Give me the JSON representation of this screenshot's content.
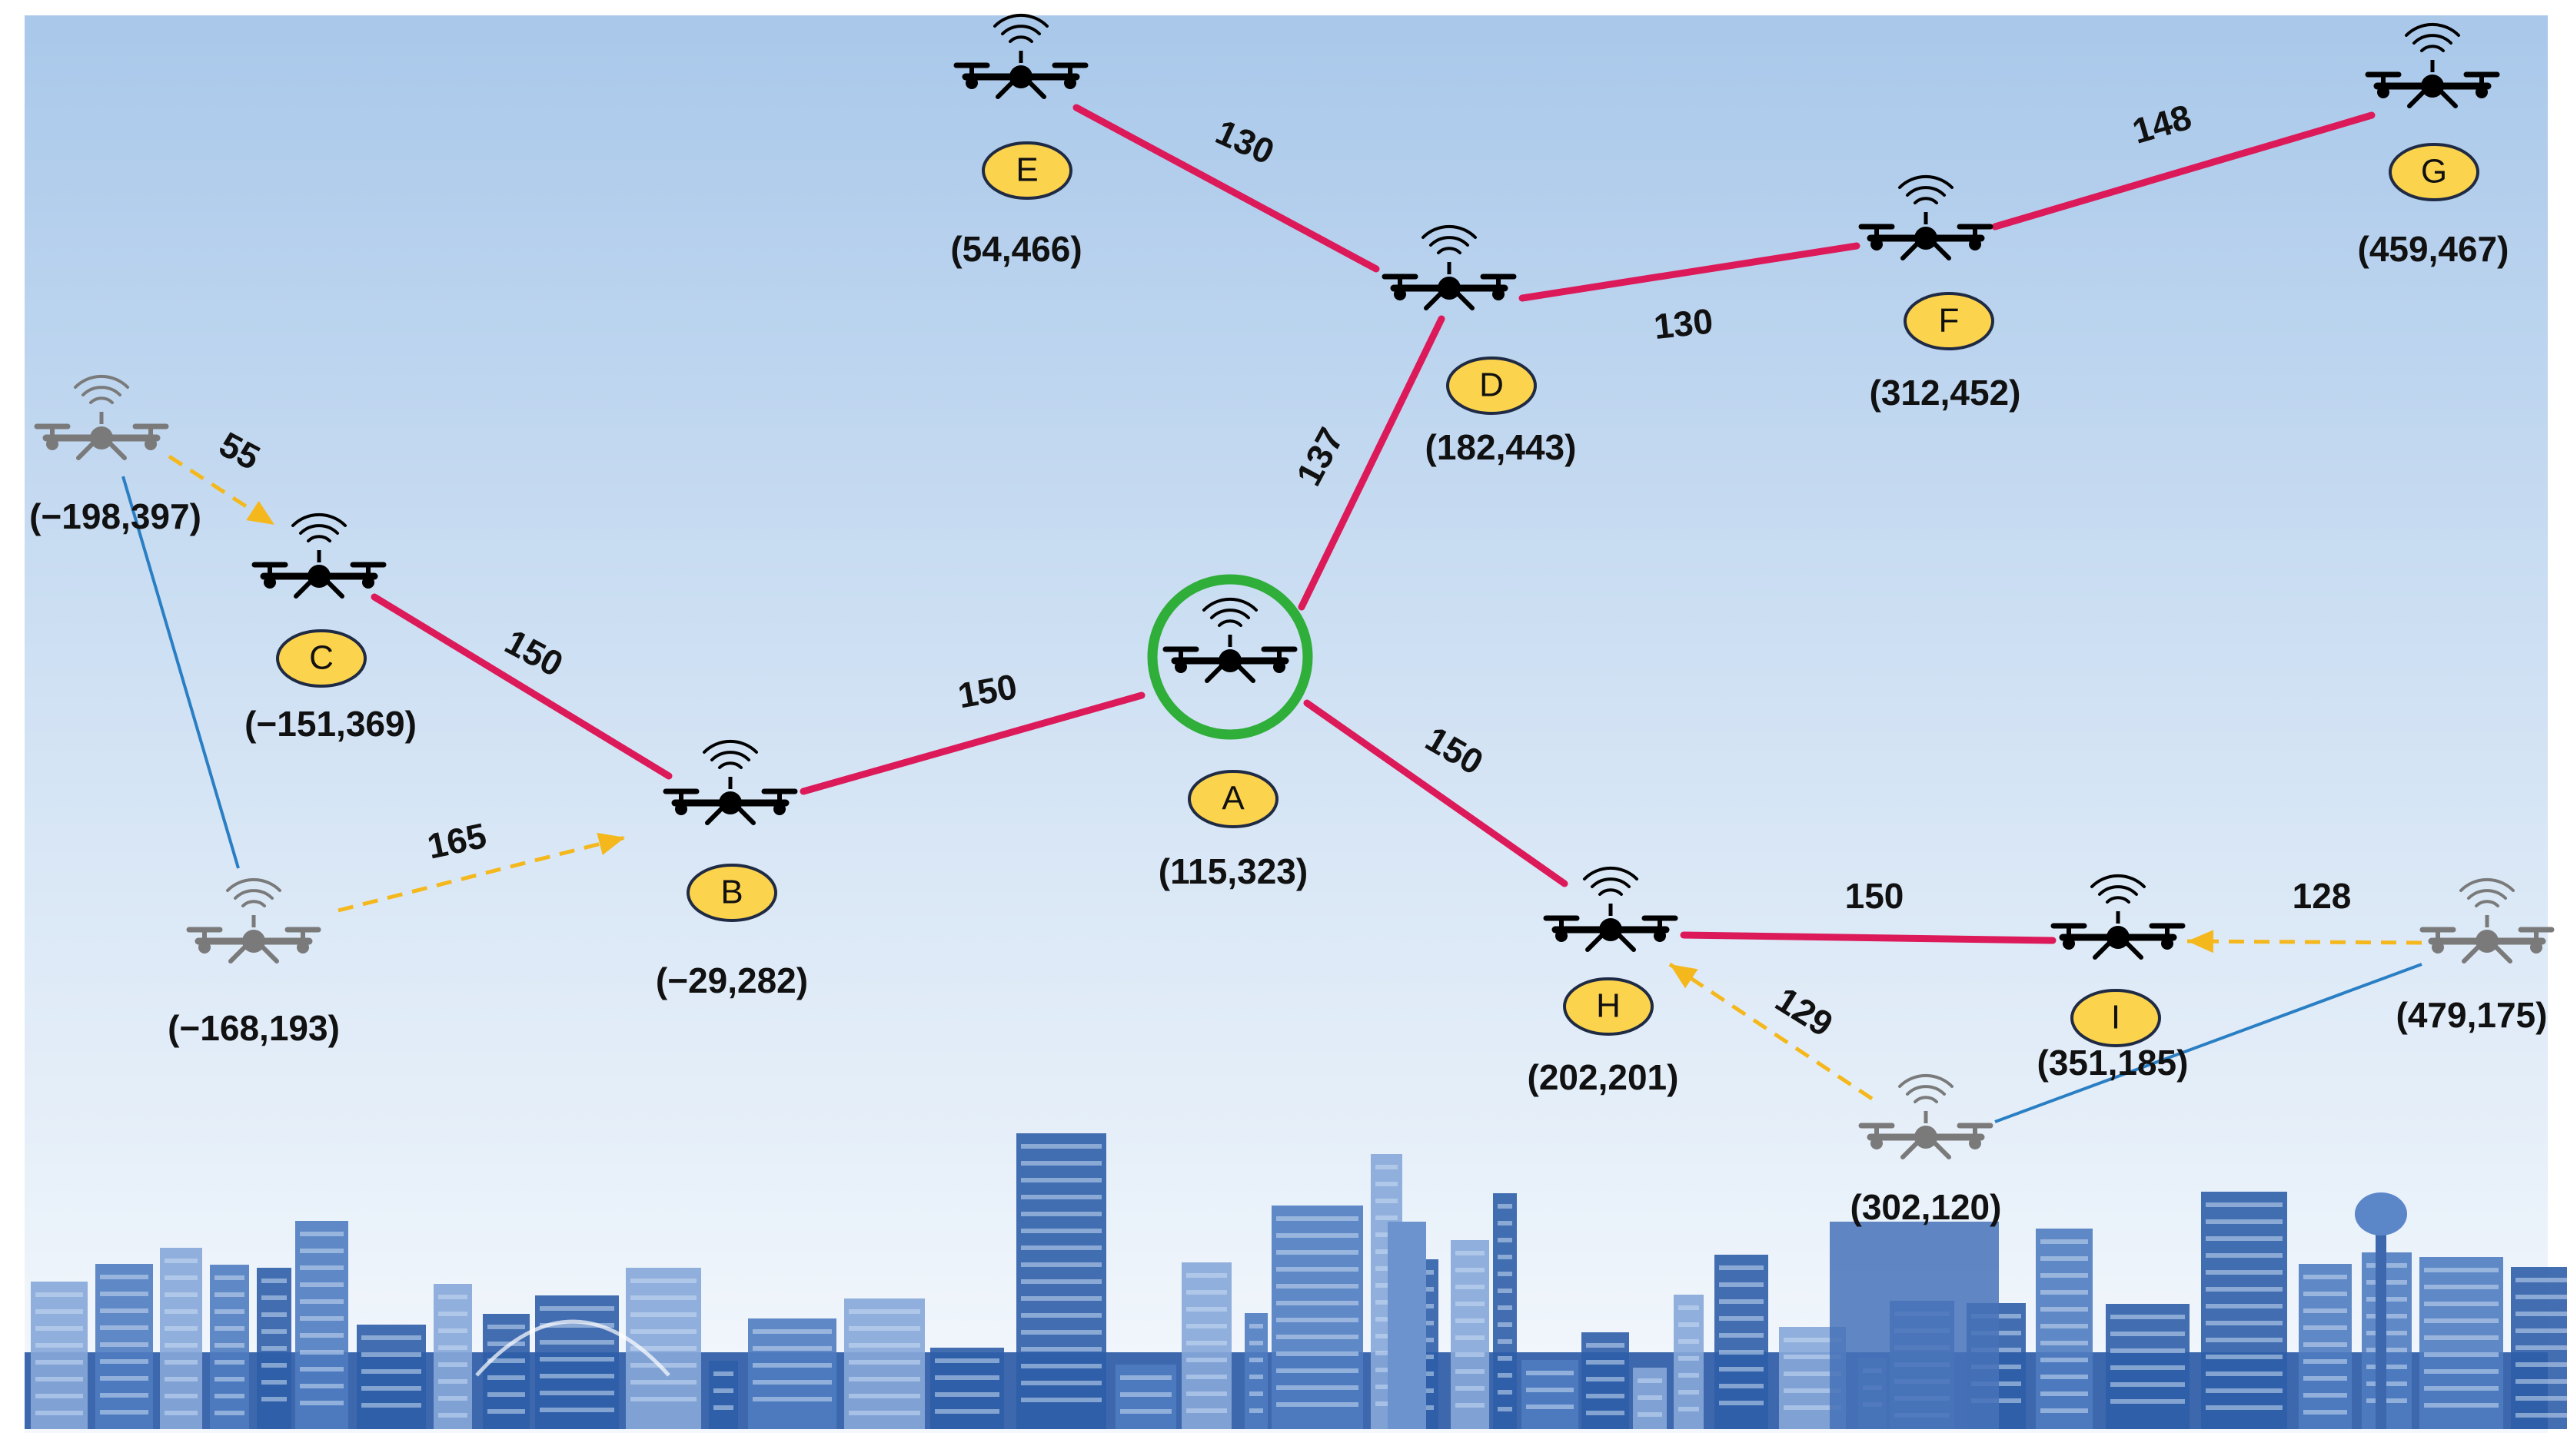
{
  "colors": {
    "sky_top": "#a9c8ea",
    "sky_bottom": "#eef4fb",
    "link": "#dc1a5a",
    "dashed": "#f5b81c",
    "thin": "#2a7fc4",
    "badge": "#fcd34d",
    "badge_stroke": "#1f2a44",
    "active_drone": "#000000",
    "idle_drone": "#7a7a7a",
    "hub_ring": "#2fae3a"
  },
  "nodes": [
    {
      "id": "A",
      "label": "A",
      "coord": "(115,323)",
      "hub": true
    },
    {
      "id": "B",
      "label": "B",
      "coord": "(−29,282)"
    },
    {
      "id": "C",
      "label": "C",
      "coord": "(−151,369)"
    },
    {
      "id": "D",
      "label": "D",
      "coord": "(182,443)"
    },
    {
      "id": "E",
      "label": "E",
      "coord": "(54,466)"
    },
    {
      "id": "F",
      "label": "F",
      "coord": "(312,452)"
    },
    {
      "id": "G",
      "label": "G",
      "coord": "(459,467)"
    },
    {
      "id": "H",
      "label": "H",
      "coord": "(202,201)"
    },
    {
      "id": "I",
      "label": "I",
      "coord": "(351,185)"
    }
  ],
  "idle_drones": [
    {
      "id": "P1",
      "coord": "(−198,397)"
    },
    {
      "id": "P2",
      "coord": "(−168,193)"
    },
    {
      "id": "P3",
      "coord": "(302,120)"
    },
    {
      "id": "P4",
      "coord": "(479,175)"
    }
  ],
  "links": [
    {
      "from": "C",
      "to": "B",
      "weight": "150"
    },
    {
      "from": "B",
      "to": "A",
      "weight": "150"
    },
    {
      "from": "A",
      "to": "D",
      "weight": "137"
    },
    {
      "from": "D",
      "to": "E",
      "weight": "130"
    },
    {
      "from": "D",
      "to": "F",
      "weight": "130"
    },
    {
      "from": "F",
      "to": "G",
      "weight": "148"
    },
    {
      "from": "A",
      "to": "H",
      "weight": "150"
    },
    {
      "from": "H",
      "to": "I",
      "weight": "150"
    }
  ],
  "dashed_links": [
    {
      "from": "P1",
      "to": "C",
      "weight": "55"
    },
    {
      "from": "P2",
      "to": "B",
      "weight": "165"
    },
    {
      "from": "P4",
      "to": "I",
      "weight": "128"
    },
    {
      "from": "P3",
      "to": "H",
      "weight": "129"
    }
  ],
  "thin_links": [
    {
      "from": "P1",
      "to": "P2"
    },
    {
      "from": "P3",
      "to": "P4"
    }
  ]
}
